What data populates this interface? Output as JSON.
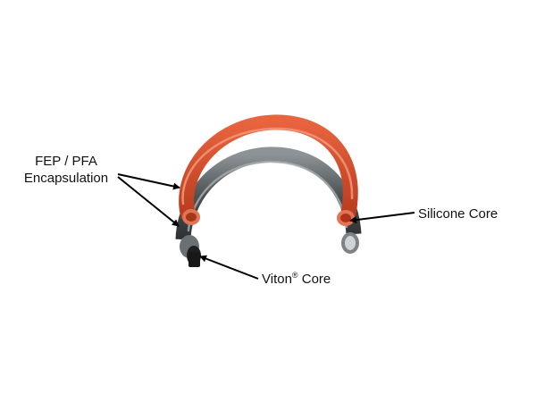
{
  "labels": {
    "fep_line1": "FEP / PFA",
    "fep_line2": "Encapsulation",
    "silicone": "Silicone Core",
    "viton_main": "Viton",
    "viton_mark": "®",
    "viton_suffix": " Core"
  },
  "colors": {
    "fep_tube": "#d8502e",
    "fep_highlight": "#f08a6a",
    "fep_shadow": "#9c2f17",
    "viton_core": "#2a2a2a",
    "silicone_core": "#c23a1c",
    "inner_tube": "#5a5f62",
    "inner_highlight": "#9ea4a6",
    "arrow": "#000000",
    "text": "#111111"
  }
}
